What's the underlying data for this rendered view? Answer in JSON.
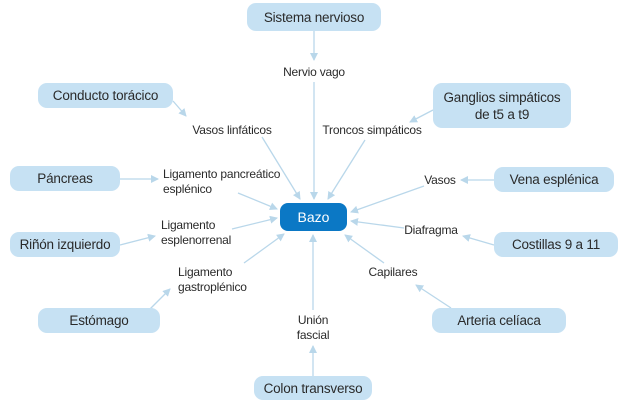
{
  "center": "Bazo",
  "sources": {
    "sistema_nervioso": "Sistema nervioso",
    "conducto_toracico": "Conducto torácico",
    "ganglios": [
      "Ganglios simpáticos",
      "de t5 a t9"
    ],
    "pancreas": "Páncreas",
    "vena_esplenica": "Vena esplénica",
    "rinon": "Riñón izquierdo",
    "costillas": "Costillas 9 a 11",
    "estomago": "Estómago",
    "arteria_celiaca": "Arteria celíaca",
    "colon": "Colon transverso"
  },
  "connectors": {
    "nervio_vago": "Nervio vago",
    "vasos_linfaticos": "Vasos linfáticos",
    "troncos": "Troncos simpáticos",
    "lig_pancreatico": [
      "Ligamento pancreático",
      "esplénico"
    ],
    "vasos": "Vasos",
    "lig_esplenorrenal": [
      "Ligamento",
      "esplenorrenal"
    ],
    "diafragma": "Diafragma",
    "lig_gastroplenico": [
      "Ligamento",
      "gastroplénico"
    ],
    "capilares": "Capilares",
    "union_fascial": [
      "Unión",
      "fascial"
    ]
  },
  "colors": {
    "box": "#c6e1f3",
    "center": "#0b78c5",
    "arrow": "#b9d7ea"
  }
}
